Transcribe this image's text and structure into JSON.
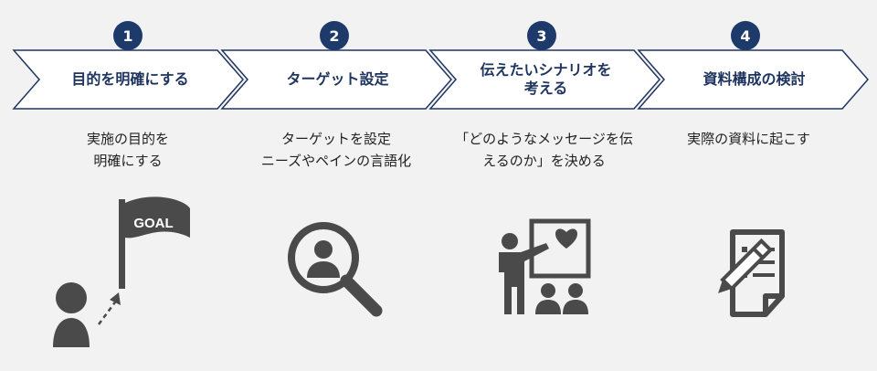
{
  "steps": [
    {
      "number": "1",
      "title": [
        "目的を明確にする"
      ],
      "description": [
        "実施の目的を",
        "明確にする"
      ]
    },
    {
      "number": "2",
      "title": [
        "ターゲット設定"
      ],
      "description": [
        "ターゲットを設定",
        "ニーズやペインの言語化"
      ]
    },
    {
      "number": "3",
      "title": [
        "伝えたいシナリオを",
        "考える"
      ],
      "description": [
        "「どのようなメッセージを伝",
        "えるのか」を決める"
      ]
    },
    {
      "number": "4",
      "title": [
        "資料構成の検討"
      ],
      "description": [
        "実際の資料に起こす"
      ]
    }
  ],
  "icons": [
    "goal-flag-icon",
    "person-search-icon",
    "presentation-icon",
    "document-edit-icon"
  ],
  "goal_flag_text": "GOAL",
  "colors": {
    "number_circle": "#1e3a6b",
    "chevron_stroke": "#1f3560",
    "title_text": "#1f3560",
    "icon": "#4a4a4a",
    "background": "#f2f2f2"
  }
}
